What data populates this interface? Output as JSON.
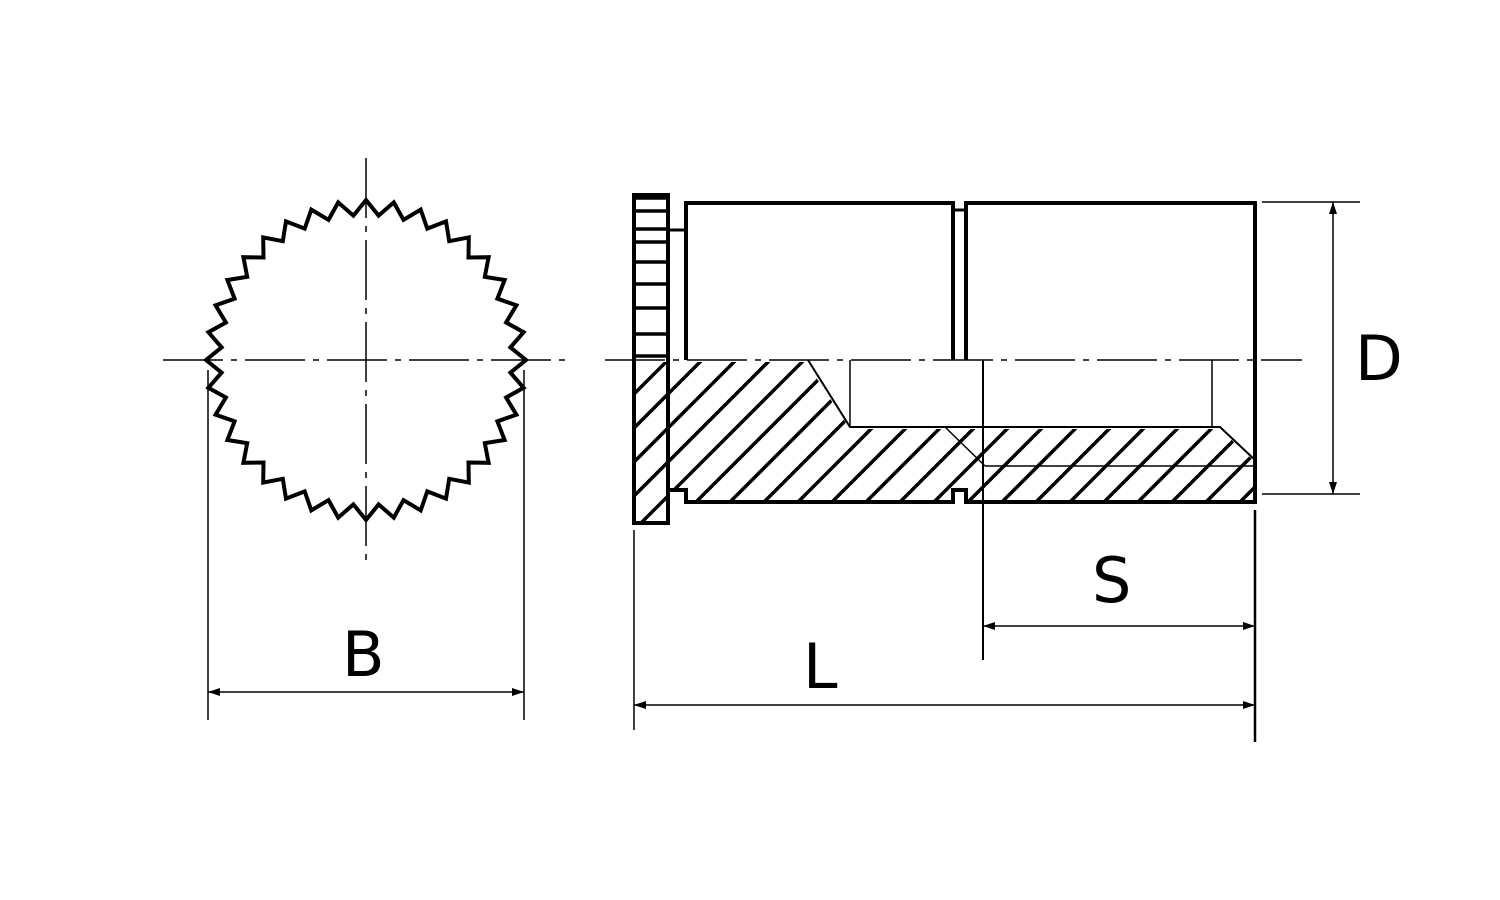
{
  "labels": {
    "B": "B",
    "D": "D",
    "S": "S",
    "L": "L"
  },
  "colors": {
    "line": "#000000",
    "background": "#ffffff"
  },
  "knurl_teeth": 36
}
